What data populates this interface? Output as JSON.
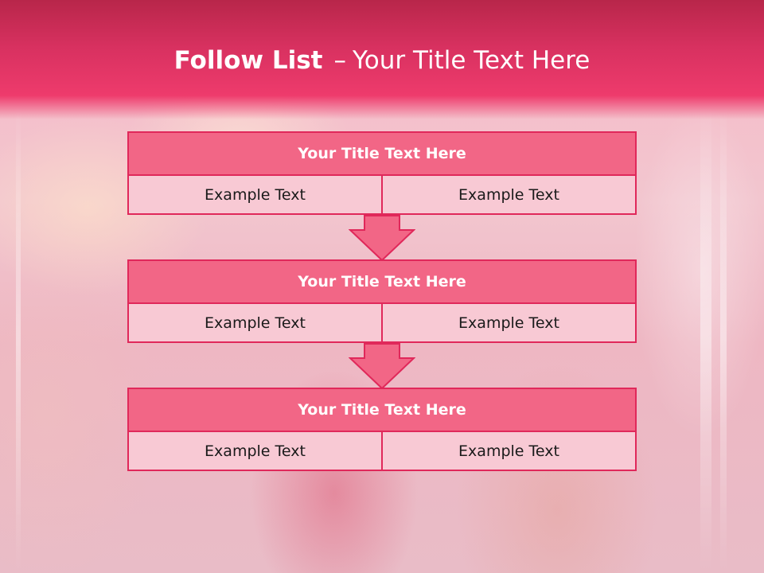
{
  "slide": {
    "title_bold": "Follow List",
    "title_dash": "–",
    "title_rest": "Your Title Text Here",
    "accent_color": "#e0285a",
    "header_color": "#ee3b6c"
  },
  "blocks": [
    {
      "title": "Your Title Text Here",
      "left": "Example Text",
      "right": "Example Text"
    },
    {
      "title": "Your Title Text Here",
      "left": "Example Text",
      "right": "Example Text"
    },
    {
      "title": "Your Title Text Here",
      "left": "Example Text",
      "right": "Example Text"
    }
  ]
}
